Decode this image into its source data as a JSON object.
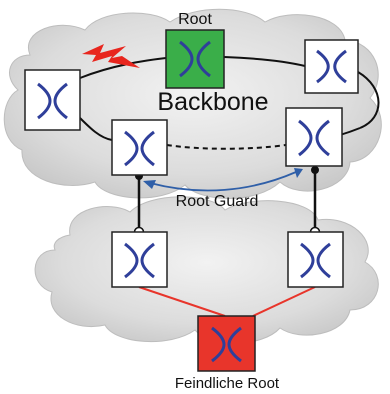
{
  "colors": {
    "switch_border": "#222222",
    "switch_fill": "#ffffff",
    "switch_icon": "#2f3f9a",
    "root_fill": "#3aae49",
    "rogue_fill": "#e8352b",
    "ring_line": "#111111",
    "rogue_link": "#e8352b",
    "guard_arrow": "#2f5fa8",
    "lightning": "#e8261e",
    "cloud": "#d9d9d9"
  },
  "labels": {
    "root": "Root",
    "backbone": "Backbone",
    "root_guard": "Root Guard",
    "rogue_root": "Feindliche Root"
  },
  "icons": {
    "switch": "switch-cross-icon",
    "link_failure": "lightning-icon"
  }
}
